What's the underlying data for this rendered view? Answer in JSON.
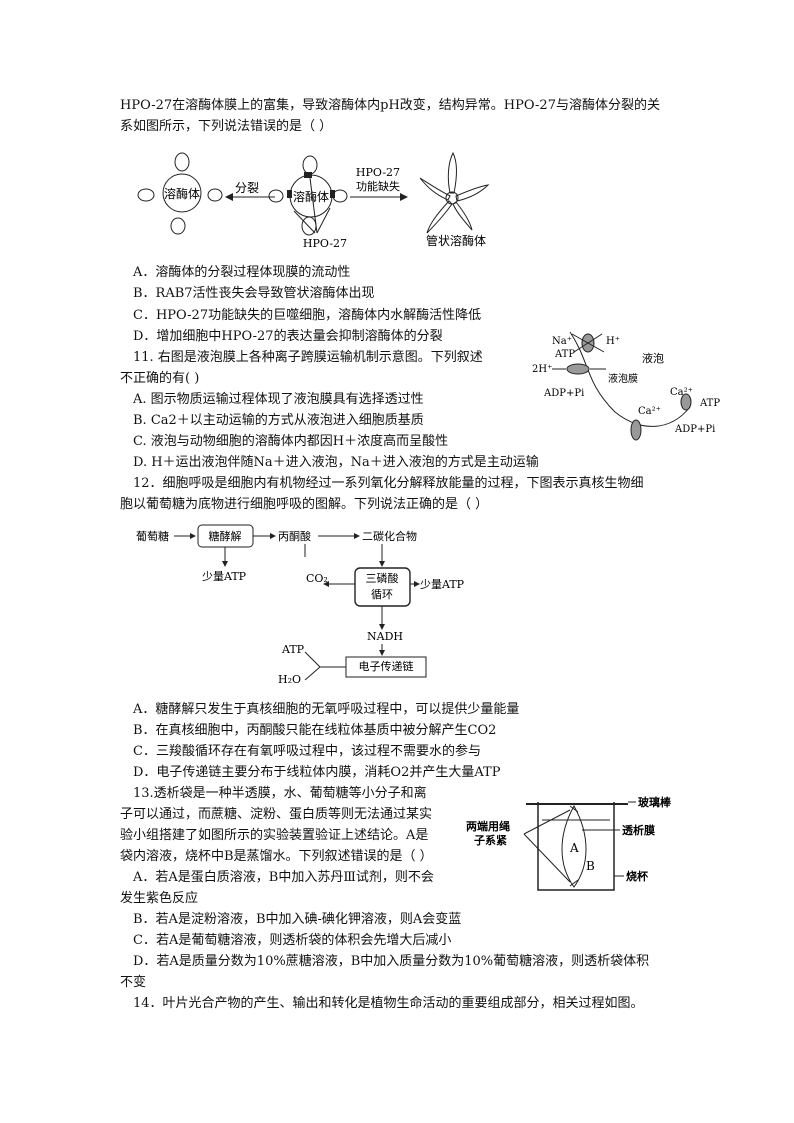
{
  "q10": {
    "intro1": "HPO-27在溶酶体膜上的富集，导致溶酶体内pH改变，结构异常。HPO-27与溶酶体分裂的关",
    "intro2": "系如图所示，下列说法错误的是（    ）",
    "fig": {
      "lysosome": "溶酶体",
      "split": "分裂",
      "hpo_loss_1": "HPO-27",
      "hpo_loss_2": "功能缺失",
      "hpo": "HPO-27",
      "tubular": "管状溶酶体"
    },
    "A": "A．溶酶体的分裂过程体现膜的流动性",
    "B": "B．RAB7活性丧失会导致管状溶酶体出现",
    "C": "C．HPO-27功能缺失的巨噬细胞，溶酶体内水解酶活性降低",
    "D": "D．增加细胞中HPO-27的表达量会抑制溶酶体的分裂"
  },
  "q11": {
    "stem1": "11. 右图是液泡膜上各种离子跨膜运输机制示意图。下列叙述",
    "stem2": "不正确的有(      )",
    "A": "A. 图示物质运输过程体现了液泡膜具有选择透过性",
    "B": "B. Ca2＋以主动运输的方式从液泡进入细胞质基质",
    "C": "C. 液泡与动物细胞的溶酶体内都因H＋浓度高而呈酸性",
    "D": "D. H＋运出液泡伴随Na＋进入液泡，Na＋进入液泡的方式是主动运输",
    "fig": {
      "na": "Na⁺",
      "h": "H⁺",
      "atp1": "ATP",
      "h2": "2H⁺",
      "adp1": "ADP+Pi",
      "vacuole": "液泡",
      "membrane": "液泡膜",
      "ca_left": "Ca²⁺",
      "ca_right": "Ca²⁺",
      "atp2": "ATP",
      "adp2": "ADP+Pi"
    }
  },
  "q12": {
    "stem1": "12．细胞呼吸是细胞内有机物经过一系列氧化分解释放能量的过程，下图表示真核生物细",
    "stem2": "胞以葡萄糖为底物进行细胞呼吸的图解。下列说法正确的是（    ）",
    "fig": {
      "glucose": "葡萄糖",
      "glycolysis": "糖酵解",
      "pyruvate": "丙酮酸",
      "c2": "二碳化合物",
      "atp_small1": "少量ATP",
      "co2": "CO₂",
      "tca1": "三磷酸",
      "tca2": "循环",
      "atp_small2": "少量ATP",
      "nadh": "NADH",
      "atp": "ATP",
      "etc": "电子传递链",
      "h2o": "H₂O"
    },
    "A": "A．糖酵解只发生于真核细胞的无氧呼吸过程中，可以提供少量能量",
    "B": "B．在真核细胞中，丙酮酸只能在线粒体基质中被分解产生CO2",
    "C": "C．三羧酸循环存在有氧呼吸过程中，该过程不需要水的参与",
    "D": "D．电子传递链主要分布于线粒体内膜，消耗O2并产生大量ATP"
  },
  "q13": {
    "l1": "13.透析袋是一种半透膜，水、葡萄糖等小分子和离",
    "l2": "子可以通过，而蔗糖、淀粉、蛋白质等则无法通过某实",
    "l3": "验小组搭建了如图所示的实验装置验证上述结论。A是",
    "l4": "袋内溶液，烧杯中B是蒸馏水。下列叙述错误的是（    ）",
    "A1": "A．若A是蛋白质溶液，B中加入苏丹Ⅲ试剂，则不会",
    "A2": "发生紫色反应",
    "B": "B．若A是淀粉溶液，B中加入碘-碘化钾溶液，则A会变蓝",
    "C": "C．若A是葡萄糖溶液，则透析袋的体积会先增大后减小",
    "D1": "D．若A是质量分数为10%蔗糖溶液，B中加入质量分数为10%葡萄糖溶液，则透析袋体积",
    "D2": "不变",
    "fig": {
      "rod": "玻璃棒",
      "rope1": "两端用绳",
      "rope2": "子系紧",
      "membrane": "透析膜",
      "a": "A",
      "b": "B",
      "beaker": "烧杯"
    }
  },
  "q14": {
    "stem": "14．叶片光合产物的产生、输出和转化是植物生命活动的重要组成部分，相关过程如图。"
  }
}
